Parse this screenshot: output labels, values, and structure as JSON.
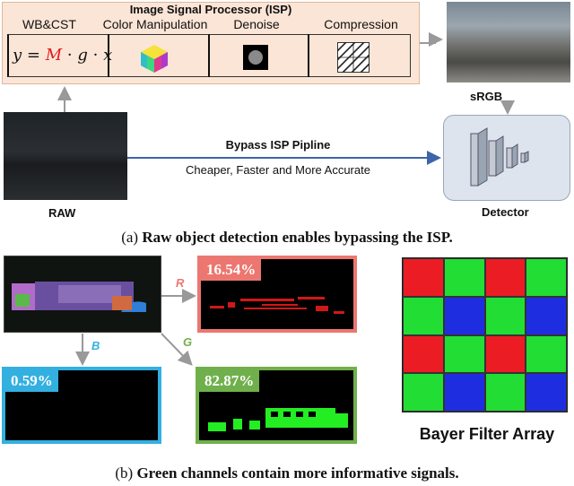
{
  "isp": {
    "title": "Image Signal Processor (ISP)",
    "stages": [
      "WB&CST",
      "Color Manipulation",
      "Denoise",
      "Compression"
    ],
    "formula_parts": [
      "y",
      "=",
      "M",
      "·",
      "g",
      "·",
      "x"
    ]
  },
  "labels": {
    "srgb": "sRGB",
    "raw": "RAW",
    "detector": "Detector",
    "bypass_title": "Bypass ISP Pipline",
    "bypass_sub": "Cheaper, Faster and More Accurate"
  },
  "captions": {
    "a_prefix": "(a) ",
    "a_text": "Raw object detection enables bypassing the ISP.",
    "b_prefix": "(b) ",
    "b_text": "Green channels contain more informative signals."
  },
  "channels": {
    "r": {
      "label": "R",
      "percent": "16.54%",
      "color": "#ec7770"
    },
    "b": {
      "label": "B",
      "percent": "0.59%",
      "color": "#33b0e0"
    },
    "g": {
      "label": "G",
      "percent": "82.87%",
      "color": "#70b04c"
    }
  },
  "bayer": {
    "label": "Bayer Filter Array",
    "grid": [
      [
        "R",
        "G",
        "R",
        "G"
      ],
      [
        "G",
        "B",
        "G",
        "B"
      ],
      [
        "R",
        "G",
        "R",
        "G"
      ],
      [
        "G",
        "B",
        "G",
        "B"
      ]
    ],
    "colors": {
      "R": "#ec1c24",
      "G": "#22dd33",
      "B": "#1f2de0"
    }
  }
}
